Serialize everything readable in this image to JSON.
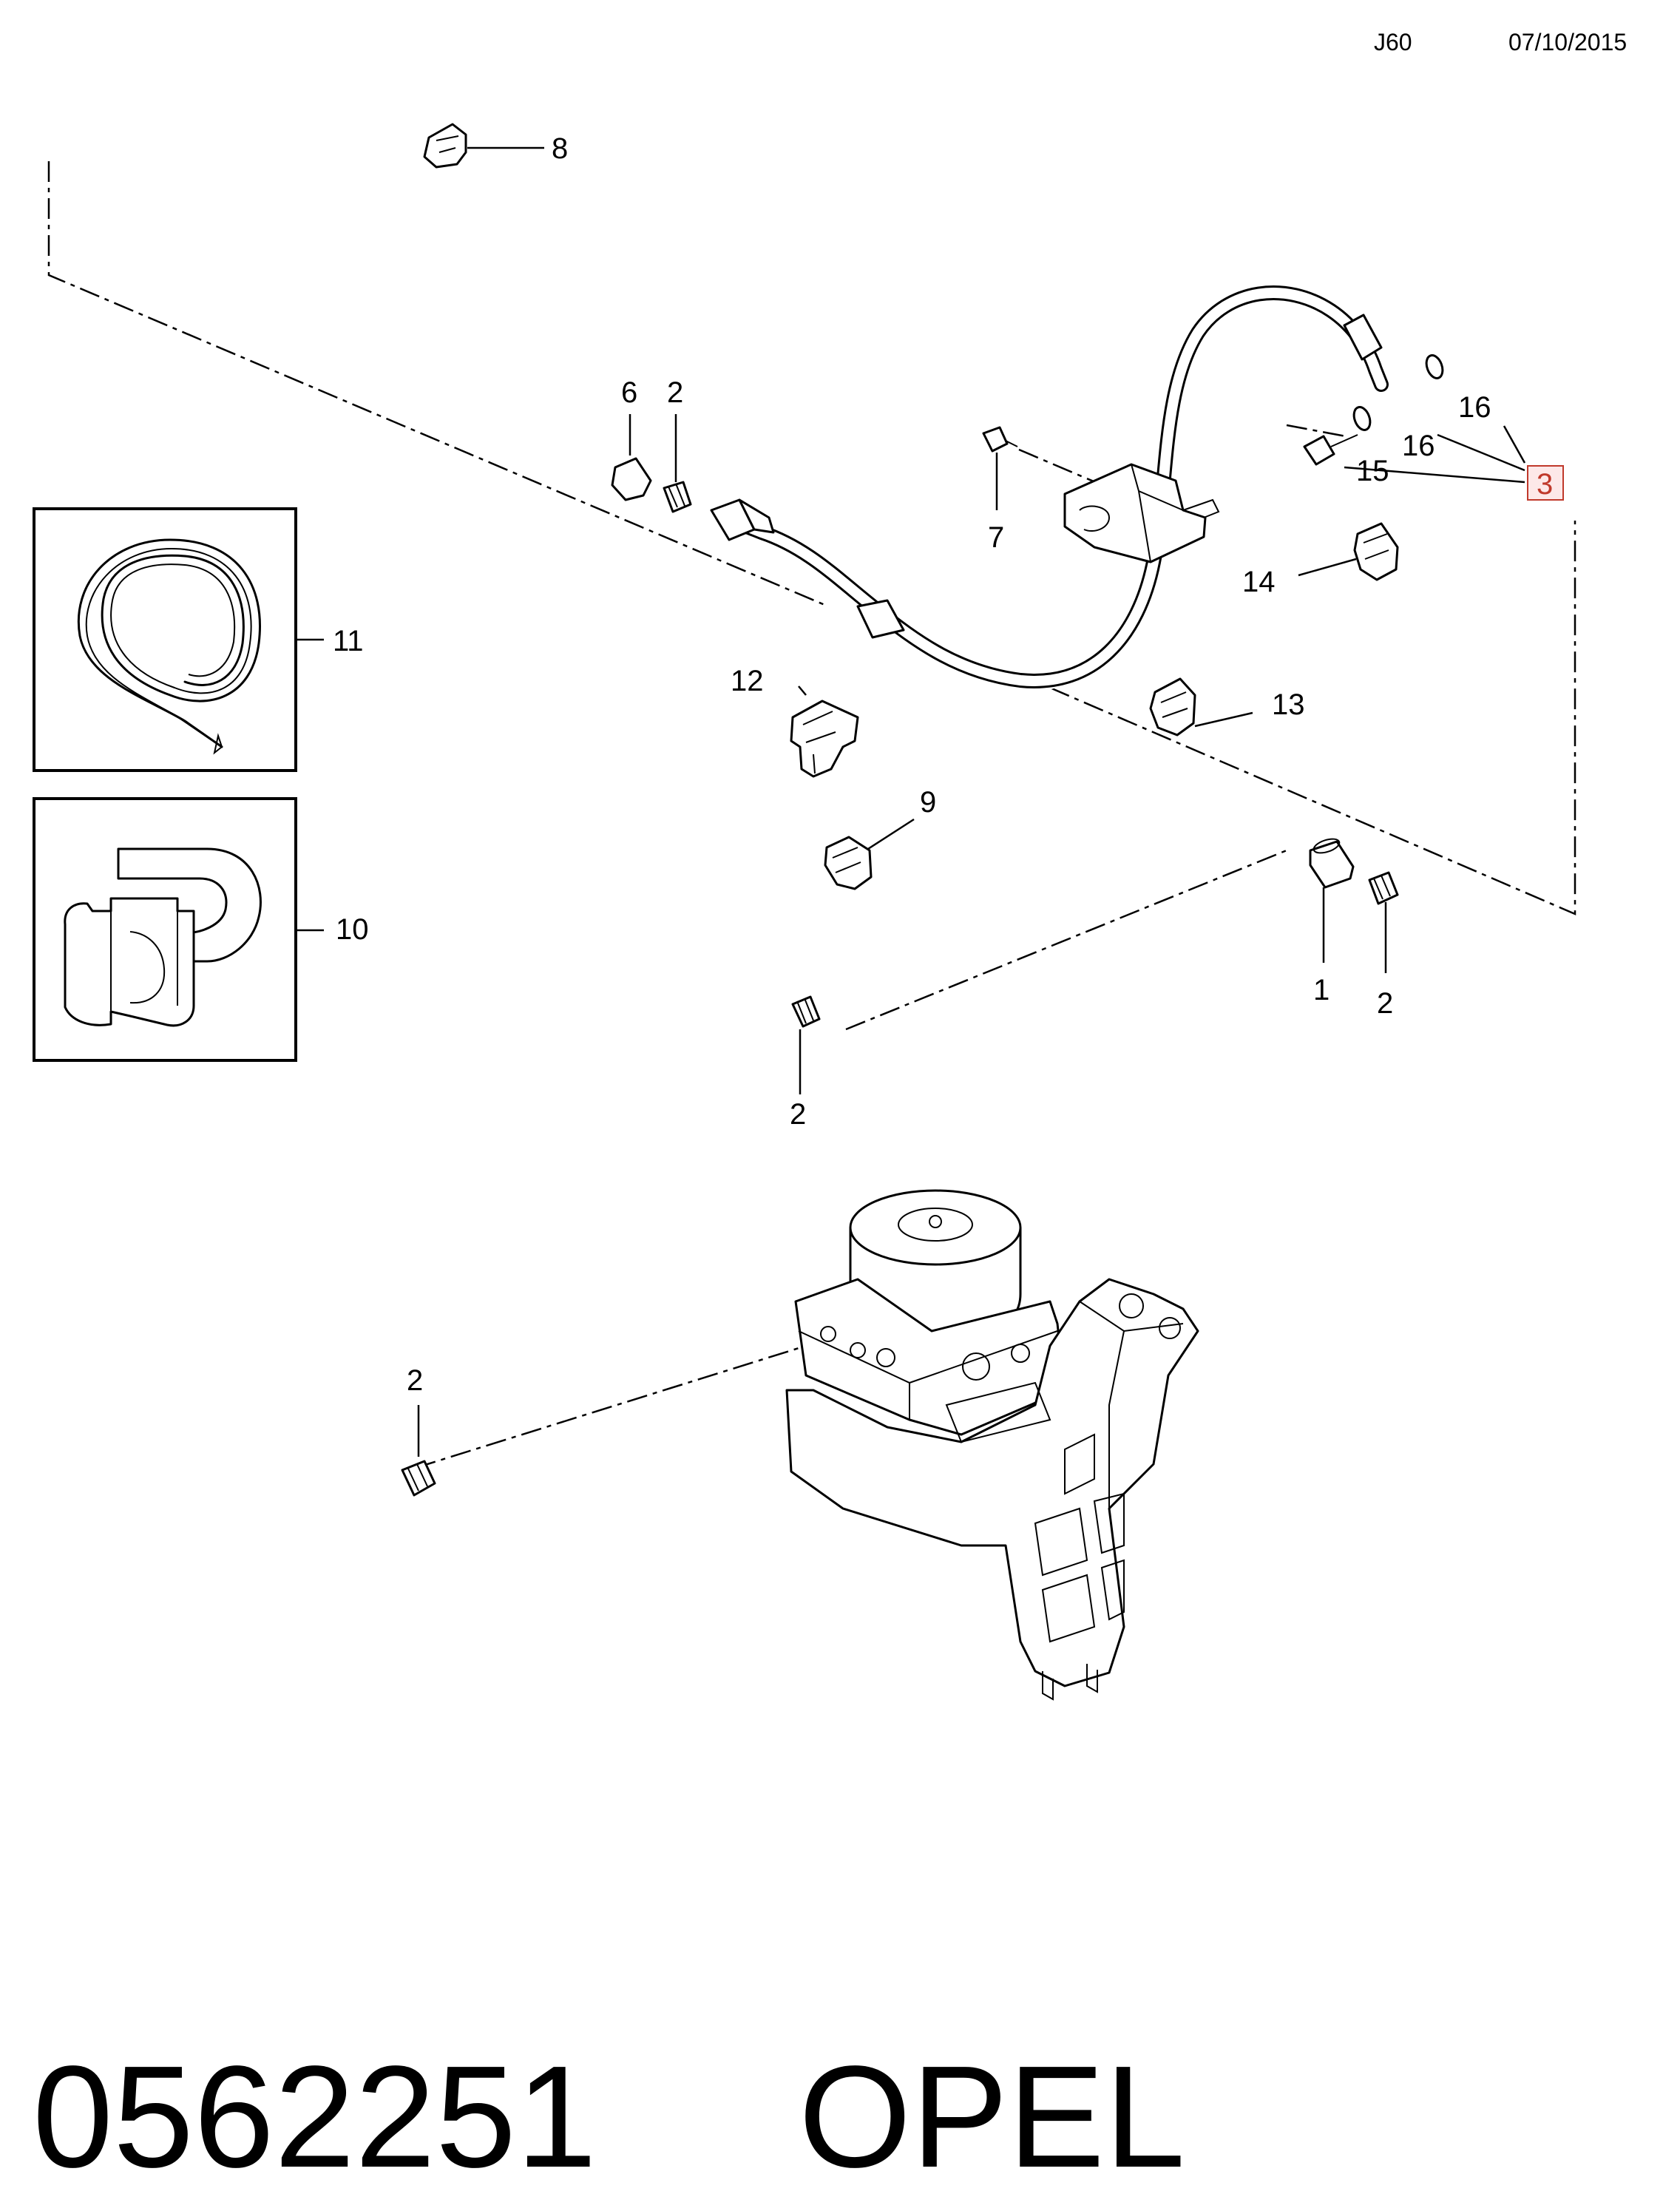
{
  "header": {
    "code": "J60",
    "date": "07/10/2015"
  },
  "footer": {
    "part_number": "0562251",
    "brand": "OPEL"
  },
  "callouts": {
    "c1": "1",
    "c2a": "2",
    "c2b": "2",
    "c2c": "2",
    "c2d": "2",
    "c3": "3",
    "c6": "6",
    "c7": "7",
    "c8": "8",
    "c9": "9",
    "c10": "10",
    "c11": "11",
    "c12": "12",
    "c13": "13",
    "c14": "14",
    "c15": "15",
    "c16a": "16",
    "c16b": "16"
  },
  "colors": {
    "highlight": "#c0392b",
    "highlight_fill": "#fde8e8",
    "line": "#000000"
  }
}
